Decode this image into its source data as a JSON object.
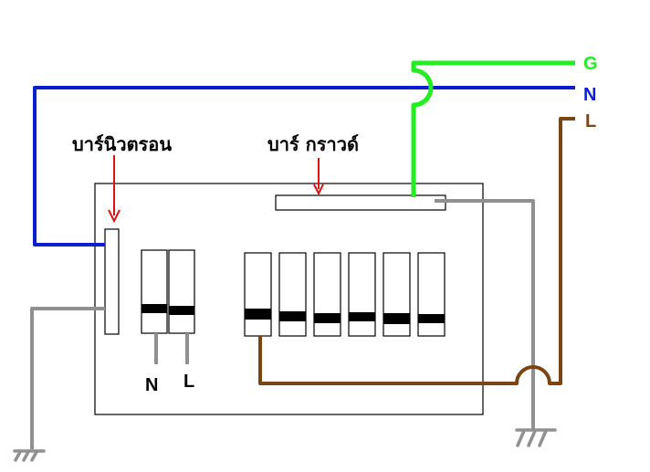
{
  "labels": {
    "neutral_bar": "บาร์นิวตรอน",
    "ground_bar": "บาร์ กราวด์",
    "line_g": "G",
    "line_n": "N",
    "line_l": "L",
    "terminal_n": "N",
    "terminal_l": "L"
  },
  "colors": {
    "ground_wire": "#22ee22",
    "neutral_wire": "#0b1fcf",
    "line_wire": "#7b4513",
    "earth_wire": "#909090",
    "arrow": "#dd1111",
    "outline": "#000000"
  },
  "icons": {
    "earth_left": "ground-symbol-icon",
    "earth_right": "ground-symbol-icon",
    "arrow_neutral": "down-arrow-icon",
    "arrow_ground": "down-arrow-icon"
  }
}
